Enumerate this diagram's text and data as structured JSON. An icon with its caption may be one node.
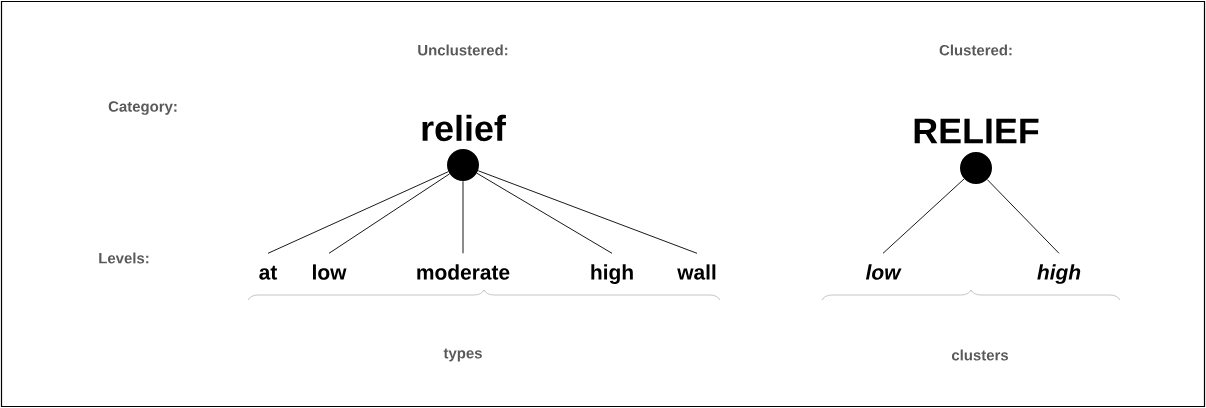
{
  "diagram": {
    "nodes": [
      {
        "text": [
          "relief"
        ]
      },
      {
        "text": [
          "at"
        ]
      },
      {
        "text": [
          "low"
        ]
      },
      {
        "text": [
          "moderate"
        ]
      },
      {
        "text": [
          "high"
        ]
      },
      {
        "text": [
          "wall"
        ]
      },
      {
        "text": [
          "RELIEF"
        ]
      },
      {
        "text": [
          "low"
        ]
      },
      {
        "text": [
          "high"
        ]
      }
    ],
    "edges": [
      {
        "from": 0,
        "to": 1,
        "arrow": "none"
      },
      {
        "from": 0,
        "to": 2,
        "arrow": "none"
      },
      {
        "from": 0,
        "to": 3,
        "arrow": "none"
      },
      {
        "from": 0,
        "to": 4,
        "arrow": "none"
      },
      {
        "from": 0,
        "to": 5,
        "arrow": "none"
      },
      {
        "from": 6,
        "to": 7,
        "arrow": "none"
      },
      {
        "from": 6,
        "to": 8,
        "arrow": "none"
      }
    ],
    "labels": [
      "Unclustered:",
      "Clustered:",
      "Category:",
      "Levels:",
      "types",
      "clusters"
    ]
  }
}
